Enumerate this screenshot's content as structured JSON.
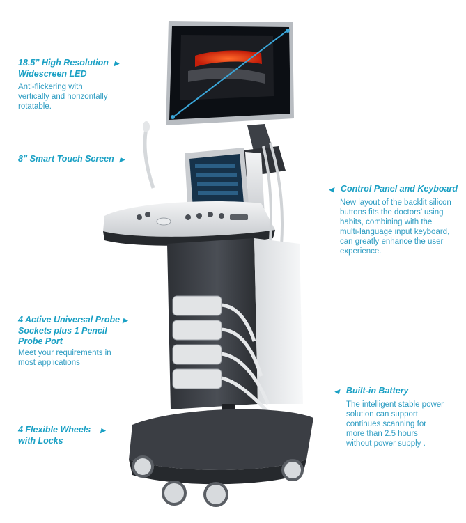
{
  "colors": {
    "accent": "#1aa0c4",
    "text": "#2d9cc2",
    "machine_dark": "#3a3d42",
    "machine_light": "#e6e8ea"
  },
  "features": [
    {
      "heading_line1": "18.5” High Resolution",
      "heading_line2": "Widescreen LED",
      "description_lines": [
        "Anti-flickering with",
        "vertically and horizontally",
        "rotatable."
      ],
      "arrow": "right"
    },
    {
      "heading_line1": "8” Smart Touch Screen",
      "arrow": "right"
    },
    {
      "heading_line1": "Control Panel and Keyboard",
      "description_lines": [
        "New layout of the backlit silicon",
        "buttons fits the doctors’ using",
        "habits, combining with the",
        "multi-language input keyboard,",
        "can greatly enhance the user",
        "experience."
      ],
      "arrow": "left"
    },
    {
      "heading_line1": "4 Active Universal Probe",
      "heading_line2": "Sockets plus 1 Pencil",
      "heading_line3": "Probe Port",
      "description_lines": [
        "Meet your requirements in",
        "most applications"
      ],
      "arrow": "right"
    },
    {
      "heading_line1": "Built-in Battery",
      "description_lines": [
        "The intelligent stable power",
        "solution can support",
        "continues scanning for",
        "more than 2.5 hours",
        "without power supply ."
      ],
      "arrow": "left"
    },
    {
      "heading_line1": "4 Flexible Wheels",
      "heading_line2": " with Locks",
      "arrow": "right"
    }
  ]
}
